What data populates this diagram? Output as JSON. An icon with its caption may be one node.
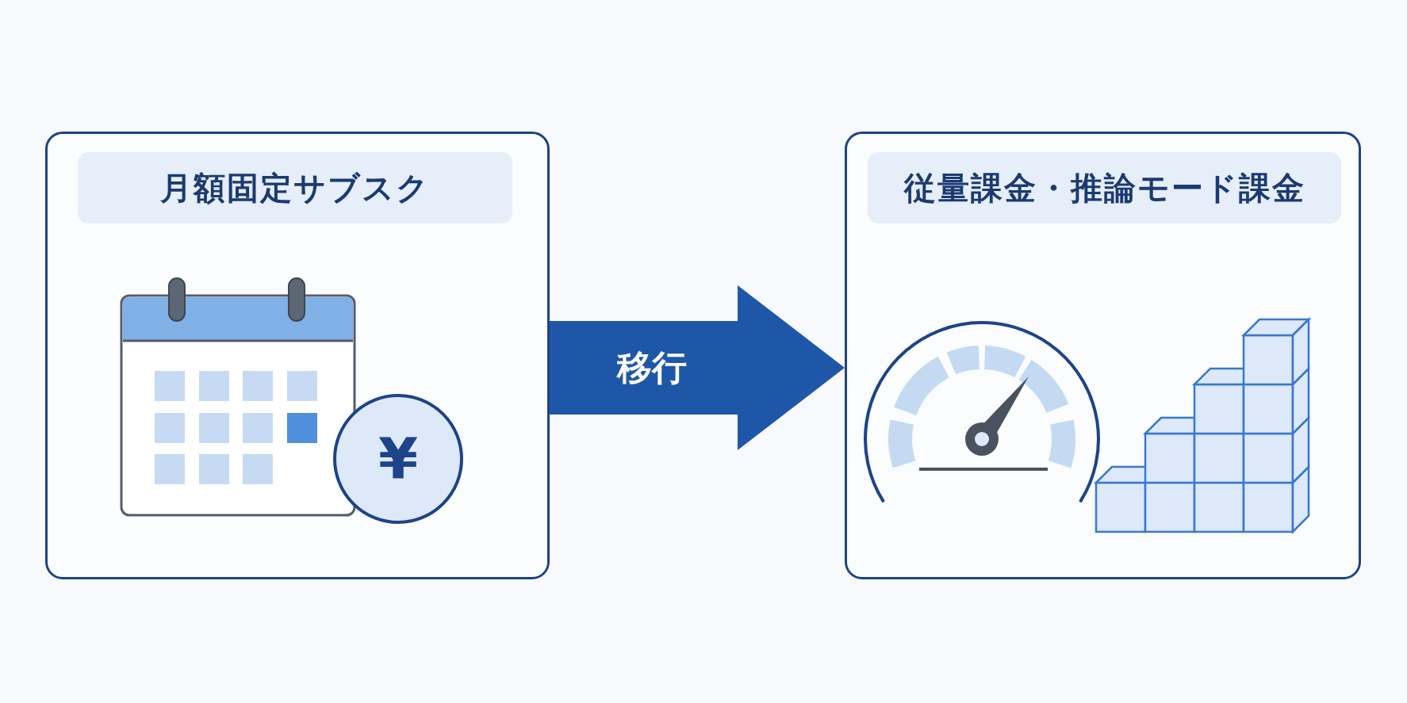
{
  "diagram": {
    "nodes": [
      {
        "text": [
          "月額固定サブスク"
        ]
      },
      {
        "text": [
          "従量課金・推論モード課金"
        ]
      }
    ],
    "edges": [
      {
        "from": 0,
        "to": 1,
        "arrow": "to",
        "label": "移行"
      }
    ],
    "labels": [
      "¥"
    ]
  }
}
